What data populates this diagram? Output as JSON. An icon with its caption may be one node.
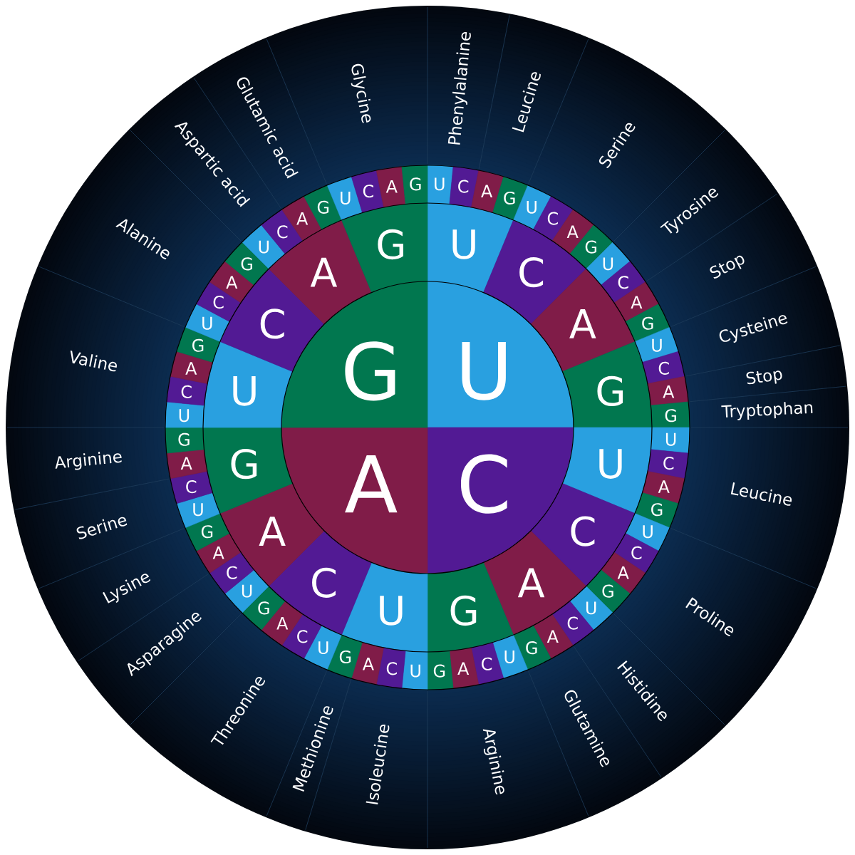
{
  "diagram": {
    "nodes": [
      {
        "text": [
          "U"
        ]
      },
      {
        "text": [
          "C"
        ]
      },
      {
        "text": [
          "A"
        ]
      },
      {
        "text": [
          "G"
        ]
      },
      {
        "text": [
          "U"
        ]
      },
      {
        "text": [
          "C"
        ]
      },
      {
        "text": [
          "A"
        ]
      },
      {
        "text": [
          "G"
        ]
      },
      {
        "text": [
          "U"
        ]
      },
      {
        "text": [
          "C"
        ]
      },
      {
        "text": [
          "A"
        ]
      },
      {
        "text": [
          "G"
        ]
      },
      {
        "text": [
          "U"
        ]
      },
      {
        "text": [
          "C"
        ]
      },
      {
        "text": [
          "A"
        ]
      },
      {
        "text": [
          "G"
        ]
      },
      {
        "text": [
          "U"
        ]
      },
      {
        "text": [
          "C"
        ]
      },
      {
        "text": [
          "A"
        ]
      },
      {
        "text": [
          "G"
        ]
      },
      {
        "text": [
          "U"
        ]
      },
      {
        "text": [
          "C"
        ]
      },
      {
        "text": [
          "A"
        ]
      },
      {
        "text": [
          "G"
        ]
      },
      {
        "text": [
          "U"
        ]
      },
      {
        "text": [
          "C"
        ]
      },
      {
        "text": [
          "A"
        ]
      },
      {
        "text": [
          "G"
        ]
      },
      {
        "text": [
          "U"
        ]
      },
      {
        "text": [
          "C"
        ]
      },
      {
        "text": [
          "A"
        ]
      },
      {
        "text": [
          "G"
        ]
      },
      {
        "text": [
          "U"
        ]
      },
      {
        "text": [
          "C"
        ]
      },
      {
        "text": [
          "A"
        ]
      },
      {
        "text": [
          "G"
        ]
      },
      {
        "text": [
          "U"
        ]
      },
      {
        "text": [
          "C"
        ]
      },
      {
        "text": [
          "A"
        ]
      },
      {
        "text": [
          "G"
        ]
      },
      {
        "text": [
          "U"
        ]
      },
      {
        "text": [
          "C"
        ]
      },
      {
        "text": [
          "A"
        ]
      },
      {
        "text": [
          "G"
        ]
      },
      {
        "text": [
          "U"
        ]
      },
      {
        "text": [
          "C"
        ]
      },
      {
        "text": [
          "A"
        ]
      },
      {
        "text": [
          "G"
        ]
      },
      {
        "text": [
          "U"
        ]
      },
      {
        "text": [
          "C"
        ]
      },
      {
        "text": [
          "A"
        ]
      },
      {
        "text": [
          "G"
        ]
      },
      {
        "text": [
          "U"
        ]
      },
      {
        "text": [
          "C"
        ]
      },
      {
        "text": [
          "A"
        ]
      },
      {
        "text": [
          "G"
        ]
      },
      {
        "text": [
          "U"
        ]
      },
      {
        "text": [
          "C"
        ]
      },
      {
        "text": [
          "A"
        ]
      },
      {
        "text": [
          "G"
        ]
      },
      {
        "text": [
          "U"
        ]
      },
      {
        "text": [
          "C"
        ]
      },
      {
        "text": [
          "A"
        ]
      },
      {
        "text": [
          "G"
        ]
      },
      {
        "text": [
          "U"
        ]
      },
      {
        "text": [
          "C"
        ]
      },
      {
        "text": [
          "A"
        ]
      },
      {
        "text": [
          "G"
        ]
      },
      {
        "text": [
          "U"
        ]
      },
      {
        "text": [
          "C"
        ]
      },
      {
        "text": [
          "A"
        ]
      },
      {
        "text": [
          "G"
        ]
      },
      {
        "text": [
          "U"
        ]
      },
      {
        "text": [
          "C"
        ]
      },
      {
        "text": [
          "A"
        ]
      },
      {
        "text": [
          "G"
        ]
      },
      {
        "text": [
          "U"
        ]
      },
      {
        "text": [
          "C"
        ]
      },
      {
        "text": [
          "A"
        ]
      },
      {
        "text": [
          "G"
        ]
      },
      {
        "text": [
          "U"
        ]
      },
      {
        "text": [
          "C"
        ]
      },
      {
        "text": [
          "A"
        ]
      },
      {
        "text": [
          "G"
        ]
      },
      {
        "text": [
          "Phenylalanine"
        ]
      },
      {
        "text": [
          "Leucine"
        ]
      },
      {
        "text": [
          "Serine"
        ]
      },
      {
        "text": [
          "Tyrosine"
        ]
      },
      {
        "text": [
          "Stop"
        ]
      },
      {
        "text": [
          "Cysteine"
        ]
      },
      {
        "text": [
          "Stop"
        ]
      },
      {
        "text": [
          "Tryptophan"
        ]
      },
      {
        "text": [
          "Leucine"
        ]
      },
      {
        "text": [
          "Proline"
        ]
      },
      {
        "text": [
          "Histidine"
        ]
      },
      {
        "text": [
          "Glutamine"
        ]
      },
      {
        "text": [
          "Arginine"
        ]
      },
      {
        "text": [
          "Isoleucine"
        ]
      },
      {
        "text": [
          "Methionine"
        ]
      },
      {
        "text": [
          "Threonine"
        ]
      },
      {
        "text": [
          "Asparagine"
        ]
      },
      {
        "text": [
          "Lysine"
        ]
      },
      {
        "text": [
          "Serine"
        ]
      },
      {
        "text": [
          "Arginine"
        ]
      },
      {
        "text": [
          "Valine"
        ]
      },
      {
        "text": [
          "Alanine"
        ]
      },
      {
        "text": [
          "Aspartic acid"
        ]
      },
      {
        "text": [
          "Glutamic acid"
        ]
      },
      {
        "text": [
          "Glycine"
        ]
      }
    ]
  }
}
